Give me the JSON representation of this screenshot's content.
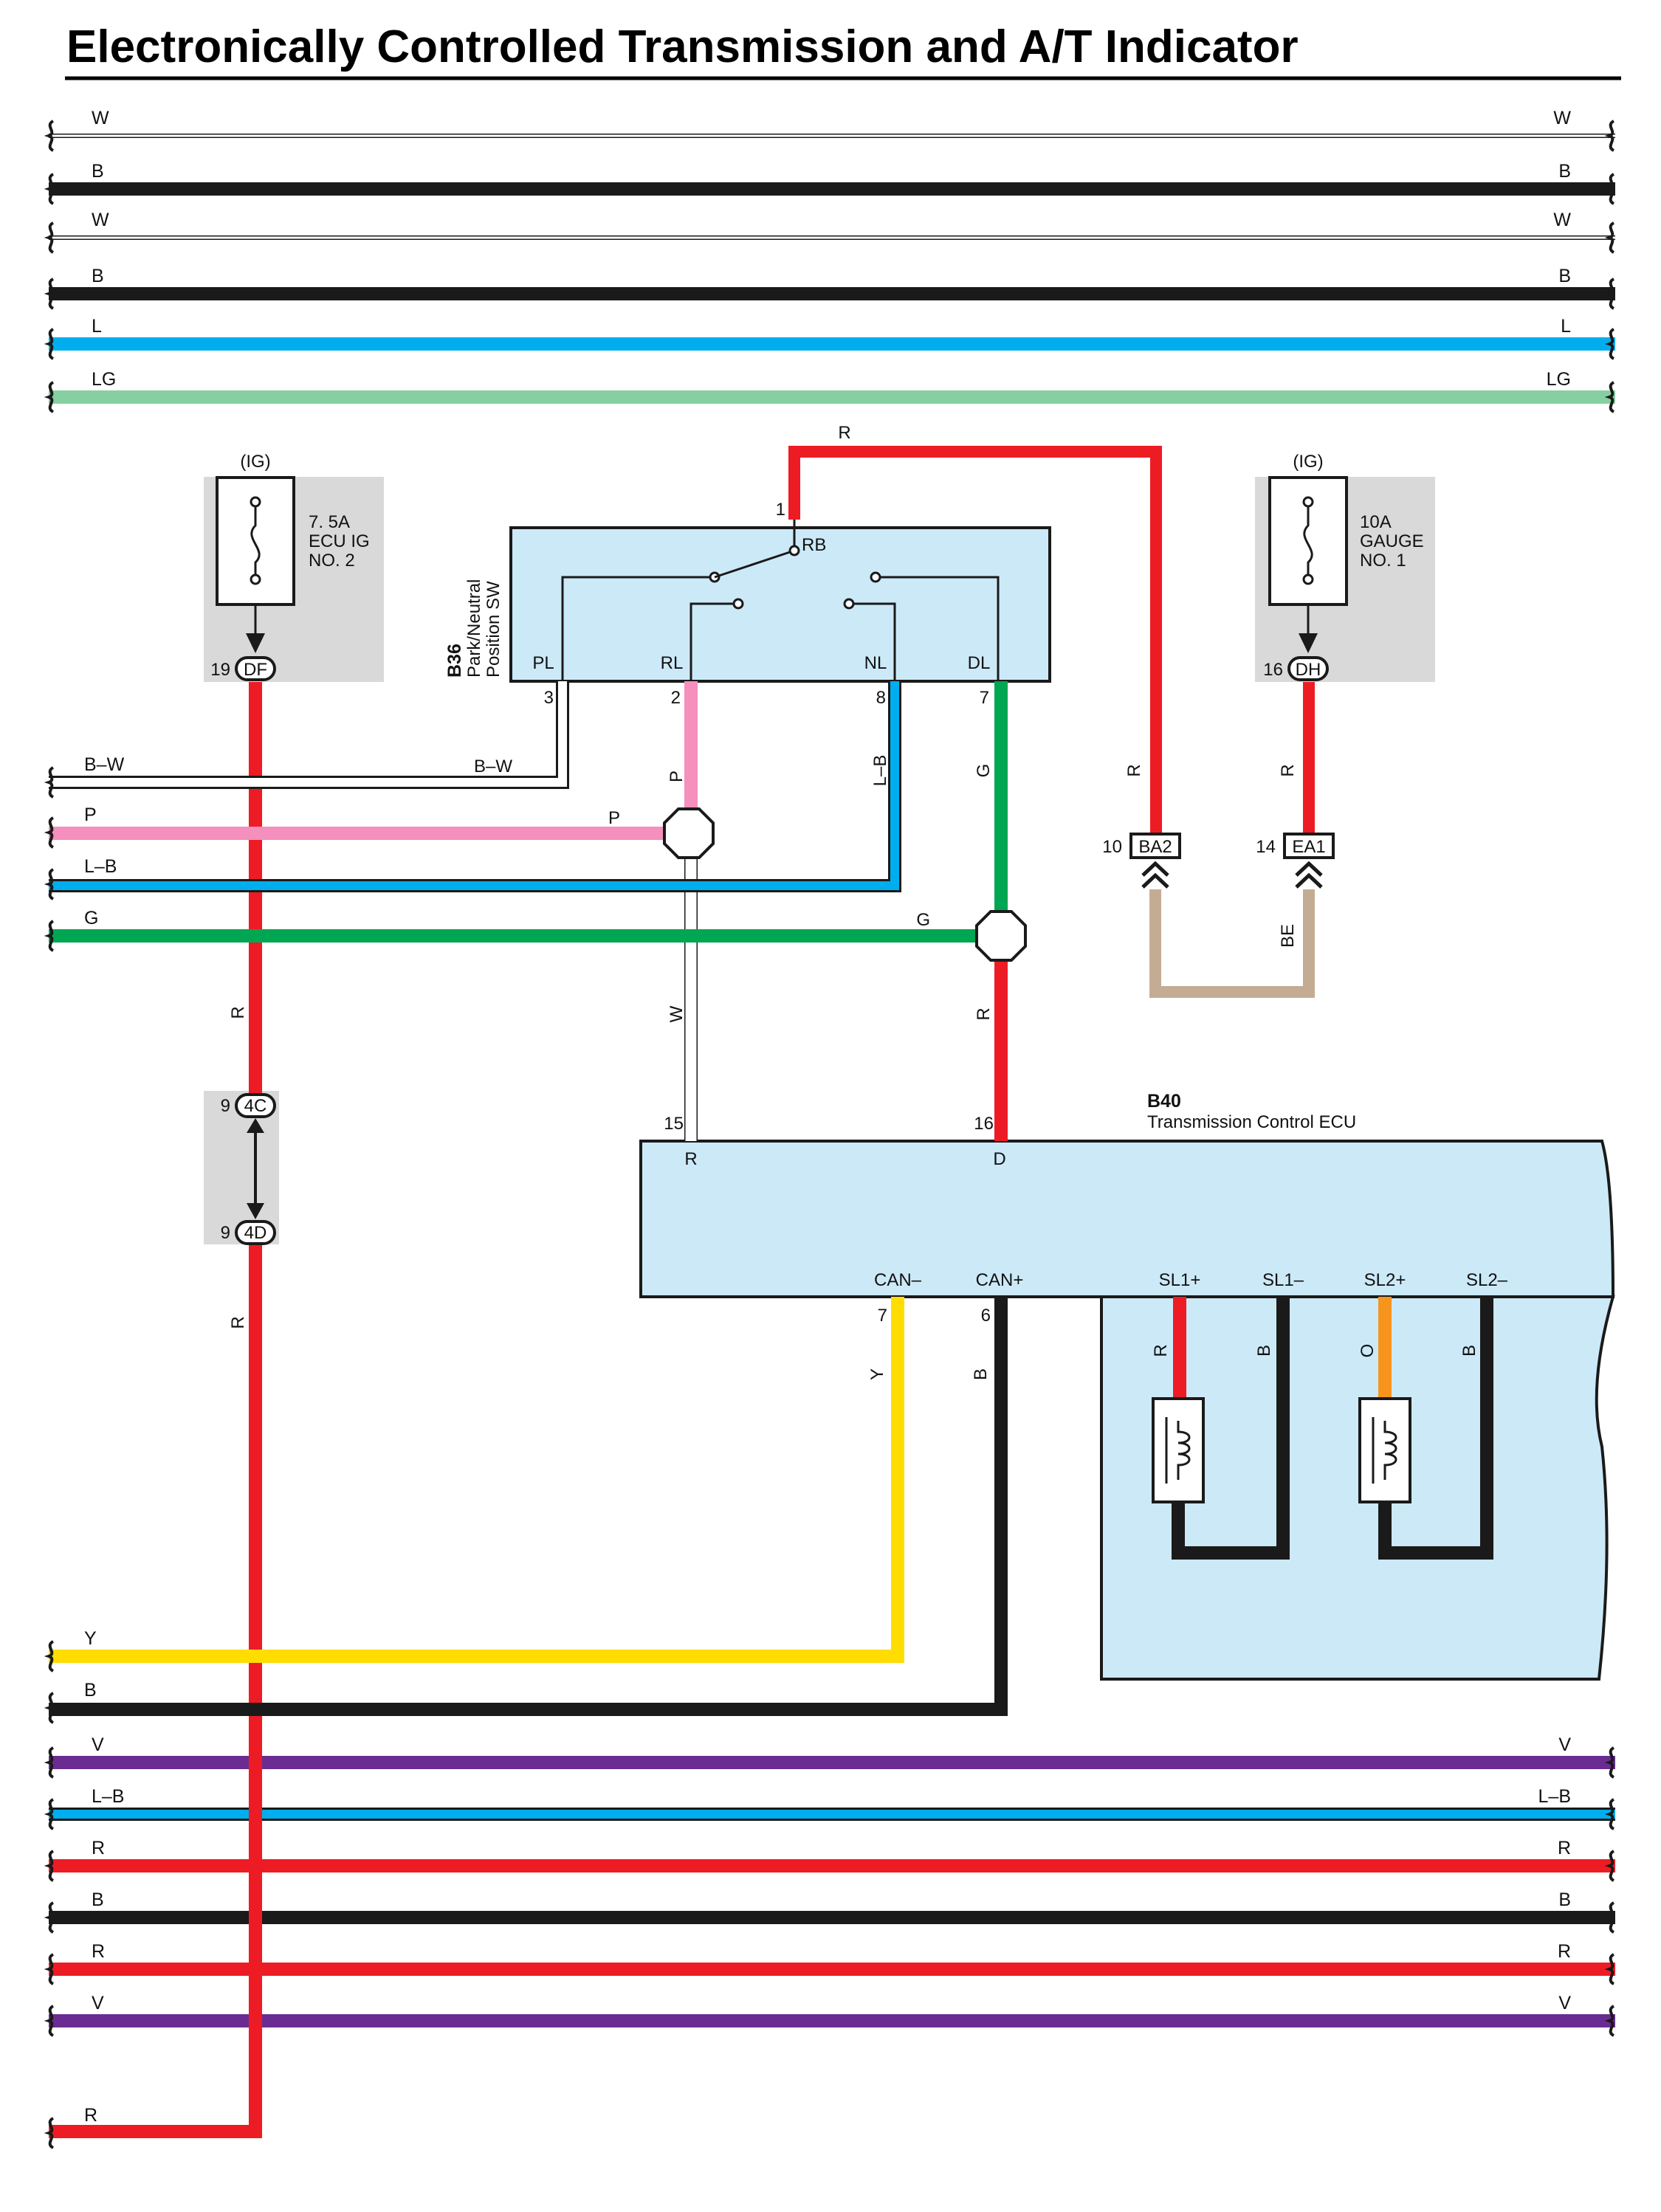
{
  "title": "Electronically Controlled Transmission and A/T Indicator",
  "colors": {
    "W": "#ffffff",
    "B": "#1a1a1a",
    "L": "#00aeef",
    "LG": "#86cfa0",
    "R": "#ed1c24",
    "P": "#f48fbe",
    "G": "#00a651",
    "Y": "#ffdd00",
    "V": "#6a2c91",
    "O": "#f7941d",
    "BE": "#c4ac94",
    "ecu_fill": "#cce9f8",
    "fuse_box": "#d9d9d9"
  },
  "bus_top": [
    "W",
    "B",
    "W",
    "B",
    "L",
    "LG"
  ],
  "bus_bottom": [
    "V",
    "L–B",
    "R",
    "B",
    "R",
    "V"
  ],
  "left_entries": [
    "B–W",
    "P",
    "L–B",
    "G",
    "Y",
    "B",
    "R"
  ],
  "fuse1": {
    "supply": "(IG)",
    "line1": "7. 5A",
    "line2": "ECU IG",
    "line3": "NO. 2",
    "pin": "19",
    "connector": "DF"
  },
  "fuse2": {
    "supply": "(IG)",
    "line1": "10A",
    "line2": "GAUGE",
    "line3": "NO. 1",
    "pin": "16",
    "connector": "DH"
  },
  "junction": {
    "upper_pin": "9",
    "upper": "4C",
    "lower_pin": "9",
    "lower": "4D"
  },
  "switch": {
    "code": "B36",
    "name1": "Park/Neutral",
    "name2": "Position SW",
    "rb": "RB",
    "rb_pin": "1",
    "terminals": [
      {
        "name": "PL",
        "pin": "3"
      },
      {
        "name": "RL",
        "pin": "2"
      },
      {
        "name": "NL",
        "pin": "8"
      },
      {
        "name": "DL",
        "pin": "7"
      }
    ]
  },
  "connectors": {
    "ba2_pin": "10",
    "ba2": "BA2",
    "ea1_pin": "14",
    "ea1": "EA1"
  },
  "ecu": {
    "code": "B40",
    "name": "Transmission Control ECU",
    "inputs": [
      {
        "name": "R",
        "pin": "15"
      },
      {
        "name": "D",
        "pin": "16"
      }
    ],
    "can": [
      {
        "name": "CAN–",
        "pin": "7"
      },
      {
        "name": "CAN+",
        "pin": "6"
      }
    ],
    "solenoids": [
      "SL1+",
      "SL1–",
      "SL2+",
      "SL2–"
    ]
  },
  "wire_labels": {
    "bw": "B–W",
    "p": "P",
    "lb": "L–B",
    "g": "G",
    "r": "R",
    "w": "W",
    "be": "BE",
    "y": "Y",
    "b": "B",
    "o": "O"
  }
}
